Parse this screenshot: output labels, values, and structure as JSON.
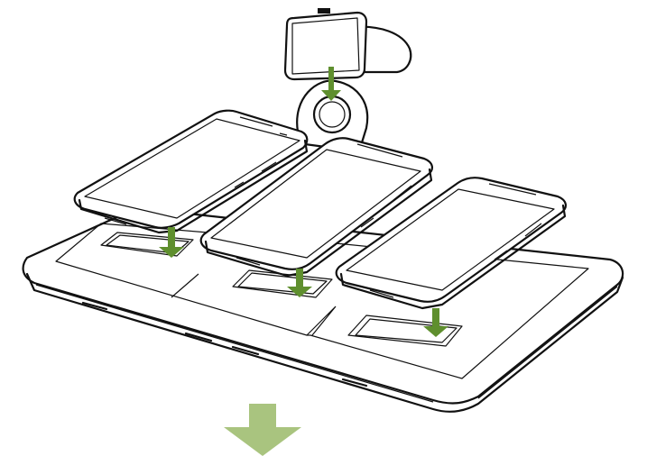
{
  "colors": {
    "arrow_dark": "#5f8f2e",
    "arrow_light": "#a9c47f",
    "line": "#111111",
    "background": "#ffffff"
  },
  "icons": [
    "smartwatch-icon",
    "smartphone-icon",
    "charging-pad-icon",
    "down-arrow-icon"
  ],
  "devices": {
    "watch": "smartwatch",
    "phones": [
      "phone-left",
      "phone-center",
      "phone-right"
    ]
  }
}
